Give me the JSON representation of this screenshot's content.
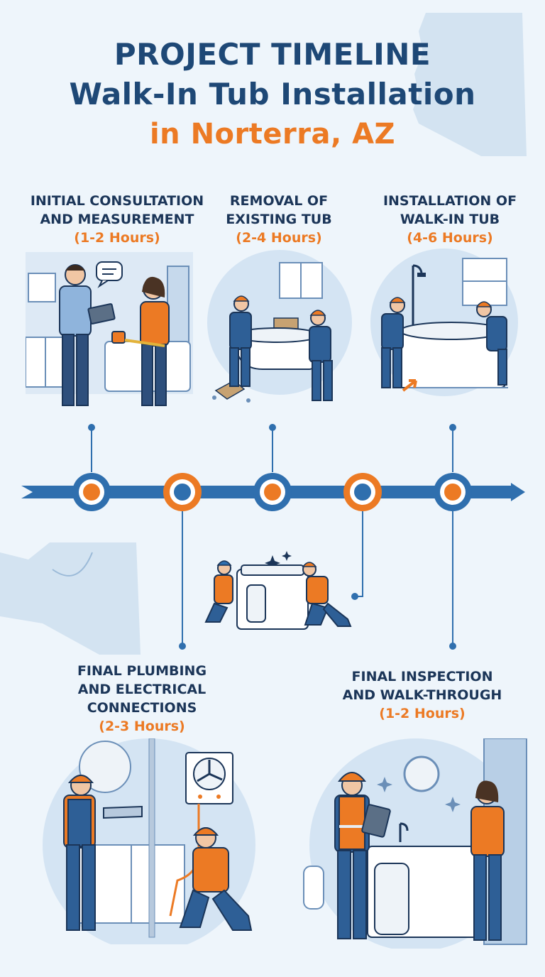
{
  "title": {
    "line1": "PROJECT TIMELINE",
    "line2": "Walk-In Tub Installation",
    "line3": "in Norterra, AZ"
  },
  "steps": [
    {
      "line1": "INITIAL CONSULTATION",
      "line2": "AND MEASUREMENT",
      "duration": "(1-2 Hours)"
    },
    {
      "line1": "REMOVAL OF",
      "line2": "EXISTING TUB",
      "duration": "(2-4 Hours)"
    },
    {
      "line1": "INSTALLATION OF",
      "line2": "WALK-IN TUB",
      "duration": "(4-6 Hours)"
    },
    {
      "line1": "FINAL PLUMBING",
      "line2": "AND ELECTRICAL",
      "line3": "CONNECTIONS",
      "duration": "(2-3 Hours)"
    },
    {
      "line1": "FINAL INSPECTION",
      "line2": "AND WALK-THROUGH",
      "duration": "(1-2 Hours)"
    }
  ],
  "colors": {
    "navy": "#1e4876",
    "blue": "#2f6fae",
    "orange": "#ec7a24",
    "light_bg": "#eef5fb",
    "scene_bg": "#d9e7f4"
  },
  "icons": [
    "arizona-map-icon",
    "speech-bubble-icon",
    "tape-measure-icon",
    "clipboard-icon",
    "exhaust-fan-icon",
    "sparkle-icon",
    "shower-head-icon",
    "arrow-icon"
  ]
}
